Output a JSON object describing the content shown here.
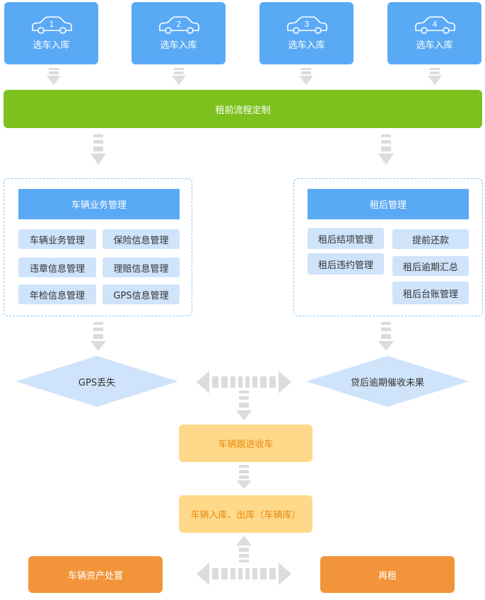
{
  "cars": [
    {
      "number": "1",
      "label": "选车入库"
    },
    {
      "number": "2",
      "label": "选车入库"
    },
    {
      "number": "3",
      "label": "选车入库"
    },
    {
      "number": "4",
      "label": "选车入库"
    }
  ],
  "pre_rent": {
    "label": "租前流程定制"
  },
  "vehicle_mgmt": {
    "title": "车辆业务管理",
    "items": [
      "车辆业务管理",
      "保险信息管理",
      "违章信息管理",
      "理赔信息管理",
      "年检信息管理",
      "GPS信息管理"
    ]
  },
  "post_rent": {
    "title": "租后管理",
    "items": [
      "租后结项管理",
      "提前还款",
      "租后违约管理",
      "租后逾期汇总",
      "租后台账管理"
    ]
  },
  "decisions": {
    "left": "GPS丢失",
    "right": "贷后逾期催收未果"
  },
  "process": {
    "follow": "车辆跟进收车",
    "storage": "车辆入库、出库（车辆库）",
    "dispose": "车辆资产处置",
    "rerent": "再租"
  },
  "colors": {
    "blue": "#5aa9f5",
    "light_blue": "#cfe3fb",
    "green": "#7dc11e",
    "yellow": "#ffd98a",
    "yellow_text": "#e8870e",
    "orange": "#f2953a",
    "arrow_gray": "#dcdcdc"
  },
  "icons": {
    "car": "car-icon",
    "arrow": "arrow-icon"
  }
}
